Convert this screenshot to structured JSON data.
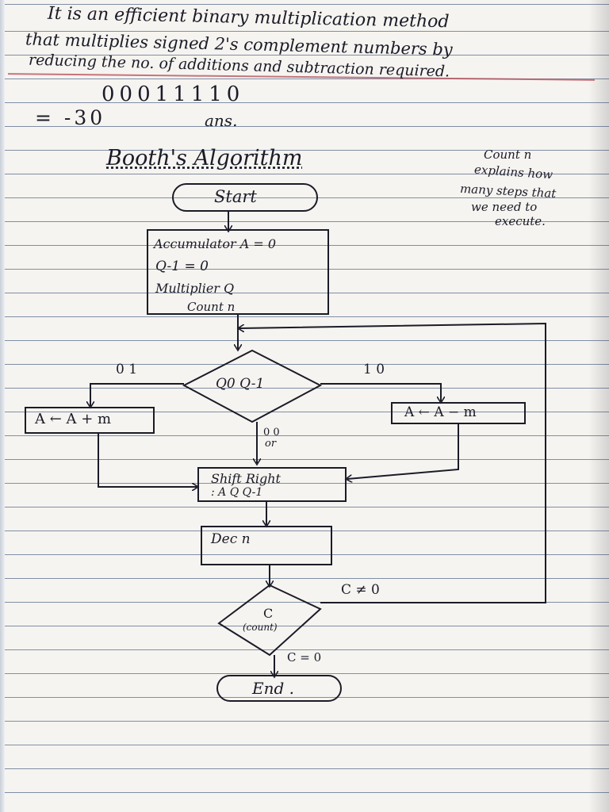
{
  "intro": {
    "line1": "It is an efficient binary multiplication method",
    "line2": "that multiplies signed 2's complement numbers by",
    "line3": "reducing the no. of additions and subtraction required."
  },
  "example": {
    "binary": "00011110",
    "decimal": "= -30",
    "answer": "ans."
  },
  "heading": "Booth's Algorithm",
  "side_note": {
    "line1": "Count n",
    "line2": "explains how",
    "line3": "many steps that",
    "line4": "we need to",
    "line5": "execute."
  },
  "flowchart": {
    "start": "Start",
    "init": {
      "line1": "Accumulator A = 0",
      "line2": "Q-1 = 0",
      "line3": "Multiplier Q",
      "line4": "Count n"
    },
    "decision1": "Q0 Q-1",
    "branch_left": "0 1",
    "branch_right": "1 0",
    "branch_middle_top": "0 0",
    "branch_middle_bottom": "or",
    "add_box": "A ← A + m",
    "sub_box": "A ← A − m",
    "shift": {
      "line1": "Shift Right",
      "line2": ": A Q Q-1"
    },
    "dec": "Dec n",
    "decision2": {
      "line1": "C",
      "line2": "(count)"
    },
    "loop_label": "C ≠ 0",
    "exit_label": "C = 0",
    "end": "End ."
  },
  "colors": {
    "ink": "#1b1b28",
    "rule": "#7f8fa6",
    "margin_red": "#b54a54",
    "paper": "#f6f4f0"
  }
}
